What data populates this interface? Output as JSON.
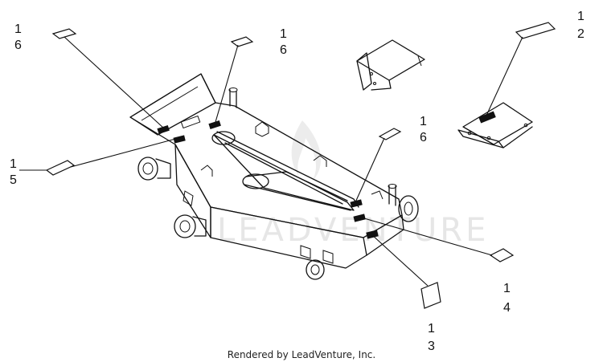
{
  "watermark": "LEADVENTURE",
  "footer": {
    "text": "Rendered by LeadVenture, Inc."
  },
  "callouts": [
    {
      "id": "decal-top-left",
      "line1": "1",
      "line2": "6"
    },
    {
      "id": "decal-top-center",
      "line1": "1",
      "line2": "6"
    },
    {
      "id": "decal-top-right",
      "line1": "1",
      "line2": "2"
    },
    {
      "id": "decal-left",
      "line1": "1",
      "line2": "5"
    },
    {
      "id": "decal-center-right",
      "line1": "1",
      "line2": "6"
    },
    {
      "id": "decal-right",
      "line1": "1",
      "line2": "4"
    },
    {
      "id": "decal-bottom",
      "line1": "1",
      "line2": "3"
    }
  ]
}
